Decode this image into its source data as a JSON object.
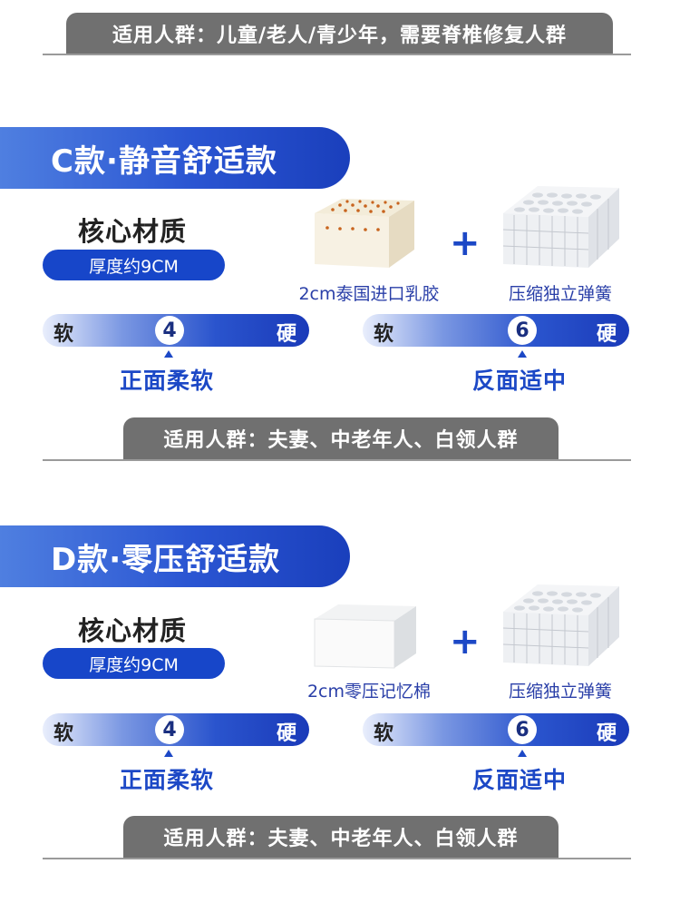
{
  "top_audience": "适用人群：儿童/老人/青少年，需要脊椎修复人群",
  "sections": [
    {
      "title": "C款·静音舒适款",
      "core_title": "核心材质",
      "thickness": "厚度约9CM",
      "material1_label": "2cm泰国进口乳胶",
      "material1_icon": "latex-block-icon",
      "plus": "+",
      "material2_label": "压缩独立弹簧",
      "material2_icon": "pocket-spring-icon",
      "scale_left": {
        "soft": "软",
        "value": "4",
        "hard": "硬",
        "caption": "正面柔软"
      },
      "scale_right": {
        "soft": "软",
        "value": "6",
        "hard": "硬",
        "caption": "反面适中"
      },
      "audience": "适用人群：夫妻、中老年人、白领人群"
    },
    {
      "title": "D款·零压舒适款",
      "core_title": "核心材质",
      "thickness": "厚度约9CM",
      "material1_label": "2cm零压记忆棉",
      "material1_icon": "memory-foam-block-icon",
      "plus": "+",
      "material2_label": "压缩独立弹簧",
      "material2_icon": "pocket-spring-icon",
      "scale_left": {
        "soft": "软",
        "value": "4",
        "hard": "硬",
        "caption": "正面柔软"
      },
      "scale_right": {
        "soft": "软",
        "value": "6",
        "hard": "硬",
        "caption": "反面适中"
      },
      "audience": "适用人群：夫妻、中老年人、白领人群"
    }
  ],
  "colors": {
    "brand_blue": "#1c48c6",
    "pill_gray": "#707070"
  }
}
